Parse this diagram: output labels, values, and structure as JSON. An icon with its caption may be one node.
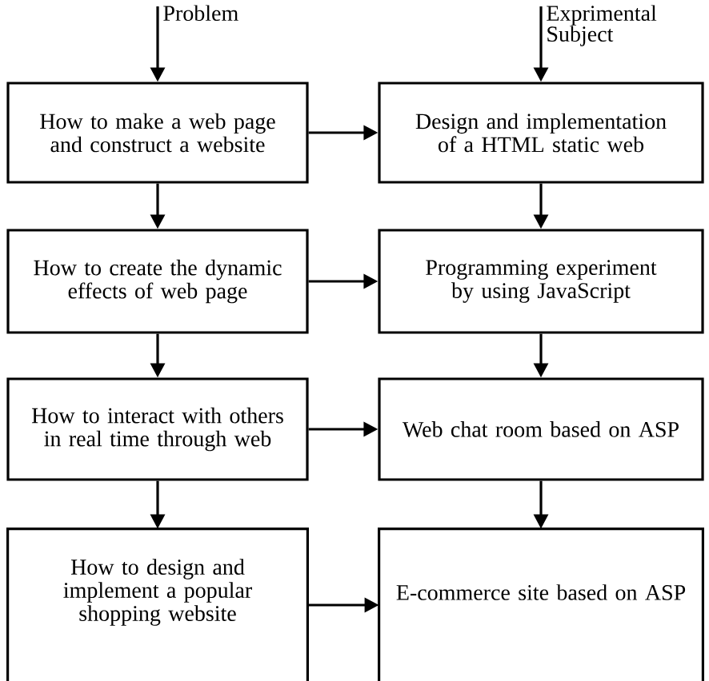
{
  "diagram": {
    "nodes": [
      {
        "text": [
          "How to make a web page and construct a website"
        ]
      },
      {
        "text": [
          "Design and implementation of a HTML static web"
        ]
      },
      {
        "text": [
          "How to create the dynamic effects of web page"
        ]
      },
      {
        "text": [
          "Programming experiment by using JavaScript"
        ]
      },
      {
        "text": [
          "How to interact with others in real time through web"
        ]
      },
      {
        "text": [
          "Web chat room based on ASP"
        ]
      },
      {
        "text": [
          "How to design and implement a popular shopping website"
        ]
      },
      {
        "text": [
          "E-commerce site based on ASP"
        ]
      }
    ],
    "edges": [
      {
        "from": null,
        "to": 0,
        "arrow": "to",
        "label": "Problem"
      },
      {
        "from": null,
        "to": 1,
        "arrow": "to",
        "label": "Exprimental Subject"
      },
      {
        "from": 0,
        "to": 1,
        "arrow": "to"
      },
      {
        "from": 0,
        "to": 2,
        "arrow": "to"
      },
      {
        "from": 1,
        "to": 3,
        "arrow": "to"
      },
      {
        "from": 2,
        "to": 3,
        "arrow": "to"
      },
      {
        "from": 2,
        "to": 4,
        "arrow": "to"
      },
      {
        "from": 3,
        "to": 5,
        "arrow": "to"
      },
      {
        "from": 4,
        "to": 5,
        "arrow": "to"
      },
      {
        "from": 4,
        "to": 6,
        "arrow": "to"
      },
      {
        "from": 5,
        "to": 7,
        "arrow": "to"
      },
      {
        "from": 6,
        "to": 7,
        "arrow": "to"
      }
    ]
  }
}
